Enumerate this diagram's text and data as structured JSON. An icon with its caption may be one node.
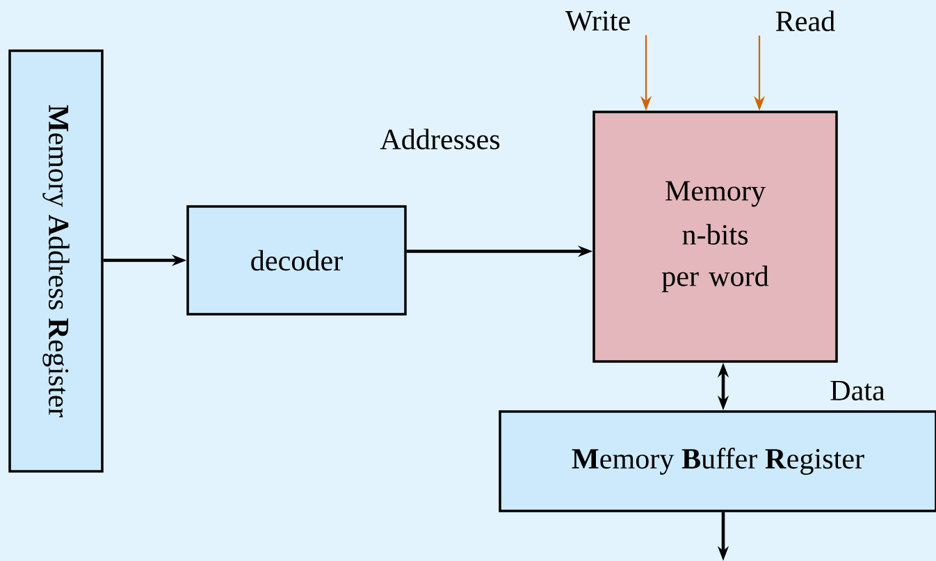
{
  "diagram": {
    "nodes": [
      {
        "text": [
          "**M**emory **A**ddress **R**egister"
        ]
      },
      {
        "text": [
          "decoder"
        ]
      },
      {
        "text": [
          "Memory",
          "n-bits per word"
        ]
      },
      {
        "text": [
          "**M**emory **B**uffer **R**egister"
        ]
      },
      {
        "text": [
          "Write"
        ]
      },
      {
        "text": [
          "Read"
        ]
      }
    ],
    "edges": [
      {
        "from": 0,
        "to": 1,
        "arrow": "to"
      },
      {
        "from": 1,
        "to": 2,
        "arrow": "to",
        "label": "Addresses"
      },
      {
        "from": 4,
        "to": 2,
        "arrow": "to",
        "color": "#cc6600"
      },
      {
        "from": 5,
        "to": 2,
        "arrow": "to",
        "color": "#cc6600"
      },
      {
        "from": 2,
        "to": 3,
        "arrow": "both",
        "label": "Data"
      },
      {
        "from": 3,
        "to": null,
        "arrow": "to"
      }
    ]
  }
}
